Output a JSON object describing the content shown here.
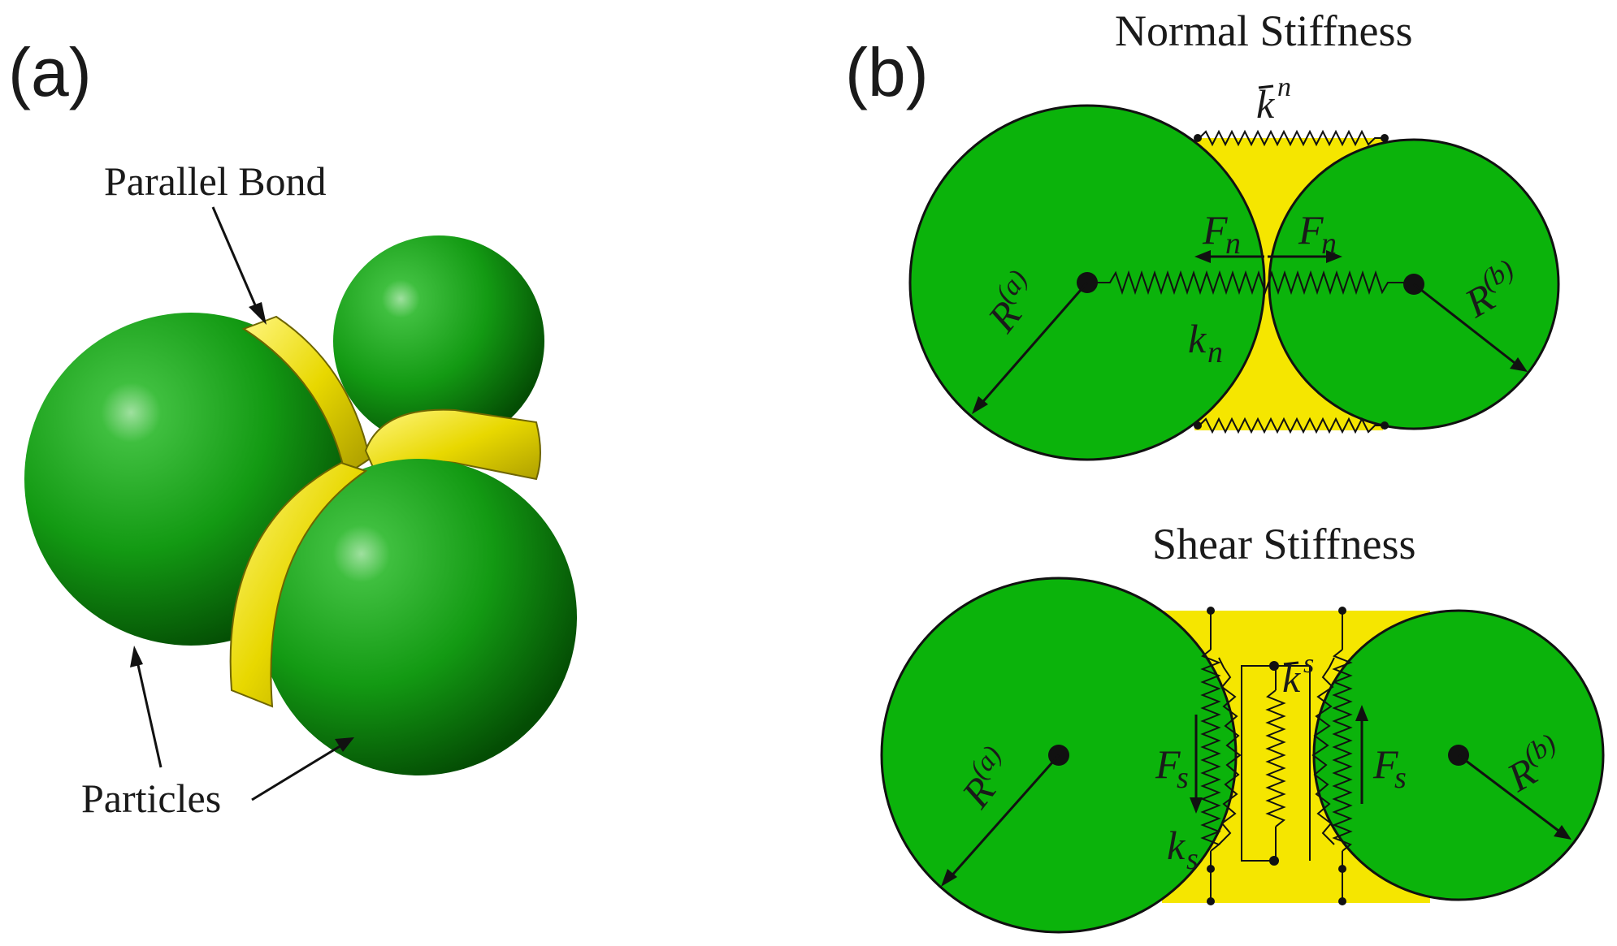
{
  "panel_a": {
    "label": "(a)",
    "parallel_bond_label": "Parallel Bond",
    "particles_label": "Particles"
  },
  "panel_b": {
    "label": "(b)",
    "normal": {
      "title": "Normal Stiffness",
      "kbar_base": "k",
      "kbar_sup": "n",
      "F_base": "F",
      "F_sub": "n",
      "k_base": "k",
      "k_sub": "n",
      "R_base": "R",
      "Ra_sup": "(a)",
      "Rb_sup": "(b)"
    },
    "shear": {
      "title": "Shear Stiffness",
      "kbar_base": "k",
      "kbar_sup": "s",
      "F_base": "F",
      "F_sub": "s",
      "k_base": "k",
      "k_sub": "s",
      "R_base": "R",
      "Ra_sup": "(a)",
      "Rb_sup": "(b)"
    }
  },
  "colors": {
    "particle_green": "#0bb30b",
    "bond_yellow": "#f5e600",
    "outline": "#111111"
  }
}
